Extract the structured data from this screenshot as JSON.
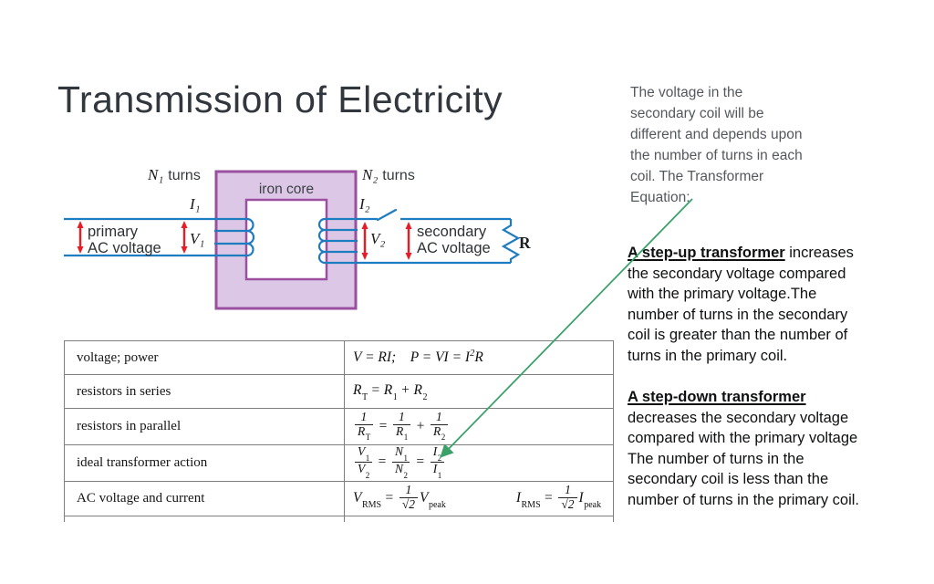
{
  "title": "Transmission of Electricity",
  "diagram": {
    "n1_var": "N₁",
    "n1_word": "turns",
    "i1": "I₁",
    "v1": "V₁",
    "n2_var": "N₂",
    "n2_word": "turns",
    "i2": "I₂",
    "v2": "V₂",
    "iron_core": "iron core",
    "primary_label_line1": "primary",
    "primary_label_line2": "AC voltage",
    "secondary_label_line1": "secondary",
    "secondary_label_line2": "AC voltage",
    "resistor_label": "R"
  },
  "table": {
    "rows": [
      {
        "label": "voltage; power",
        "formula": "V = RI;  P = VI = I^{2}R"
      },
      {
        "label": "resistors in series",
        "formula": "R_{T} = R_{1} + R_{2}"
      },
      {
        "label": "resistors in parallel",
        "formula": "frac{1}{R_{T}} = frac{1}{R_{1}} + frac{1}{R_{2}}"
      },
      {
        "label": "ideal transformer action",
        "formula": "frac{V_{1}}{V_{2}} = frac{N_{1}}{N_{2}} = frac{I_{2}}{I_{1}}"
      },
      {
        "label": "AC voltage and current",
        "formula": "V_{RMS} = frac{1}{√2}V_{peak}     I_{RMS} = frac{1}{√2}I_{peak}"
      }
    ]
  },
  "notes": {
    "intro_lines": [
      "The voltage in the",
      "secondary coil will be",
      "different and depends upon",
      "the number of turns in each",
      "coil. The Transformer",
      "Equation:"
    ],
    "step_up": {
      "heading": "A step-up transformer",
      "first_line_rest": " increases",
      "lines": [
        "the secondary voltage compared",
        "with the primary voltage.The",
        "number of turns in the secondary",
        "coil is greater than the number of",
        "turns in the primary coil."
      ]
    },
    "step_down": {
      "heading": "A step-down transformer",
      "lines": [
        "decreases the secondary voltage",
        "compared with the primary voltage",
        "The number of turns in the",
        "secondary coil is less than the",
        "number of turns in the primary coil."
      ]
    }
  },
  "colors": {
    "wire_blue": "#1e7dc0",
    "core_fill": "#dcc8e6",
    "core_stroke": "#9a4fa0",
    "arrow_red": "#e81c24",
    "green_arrow": "#3aa169",
    "title_text": "#31373d",
    "intro_text": "#54585c",
    "body_text": "#0e1012",
    "table_border": "#7f7f7f"
  }
}
